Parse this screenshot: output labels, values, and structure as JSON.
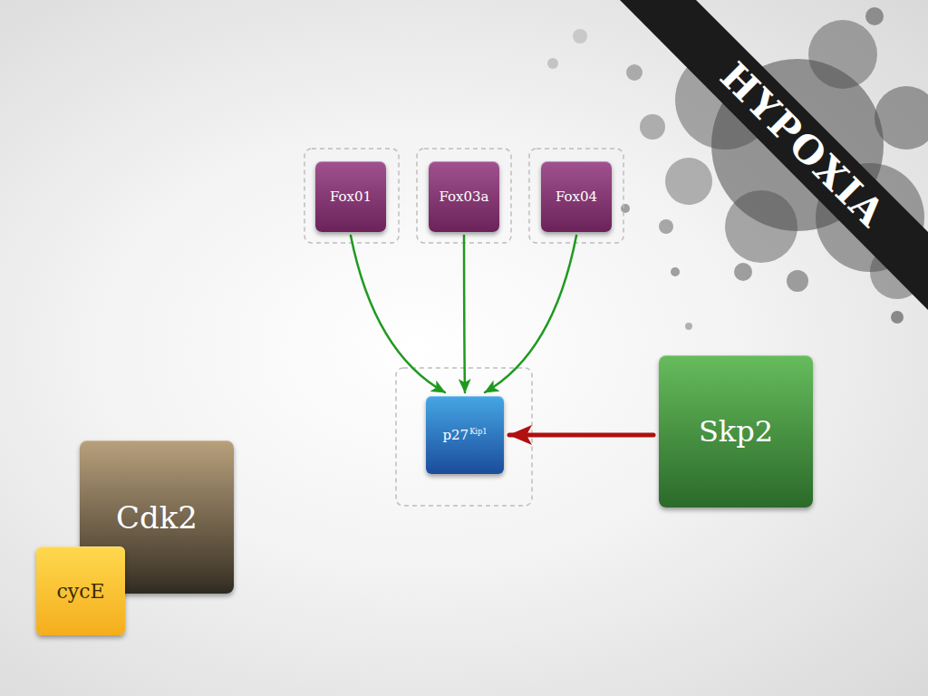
{
  "diagram": {
    "nodes": [
      {
        "text": [
          "Fox01"
        ]
      },
      {
        "text": [
          "Fox03a"
        ]
      },
      {
        "text": [
          "Fox04"
        ]
      },
      {
        "text": [
          "p27",
          "Kip1"
        ]
      },
      {
        "text": [
          "Skp2"
        ]
      },
      {
        "text": [
          "Cdk2"
        ]
      },
      {
        "text": [
          "cycE"
        ]
      }
    ],
    "edges": [
      {
        "from": 0,
        "to": 3,
        "arrow": "to"
      },
      {
        "from": 1,
        "to": 3,
        "arrow": "to"
      },
      {
        "from": 2,
        "to": 3,
        "arrow": "to"
      },
      {
        "from": 4,
        "to": 3,
        "arrow": "to"
      }
    ],
    "labels": [
      "HYPOXIA"
    ]
  }
}
